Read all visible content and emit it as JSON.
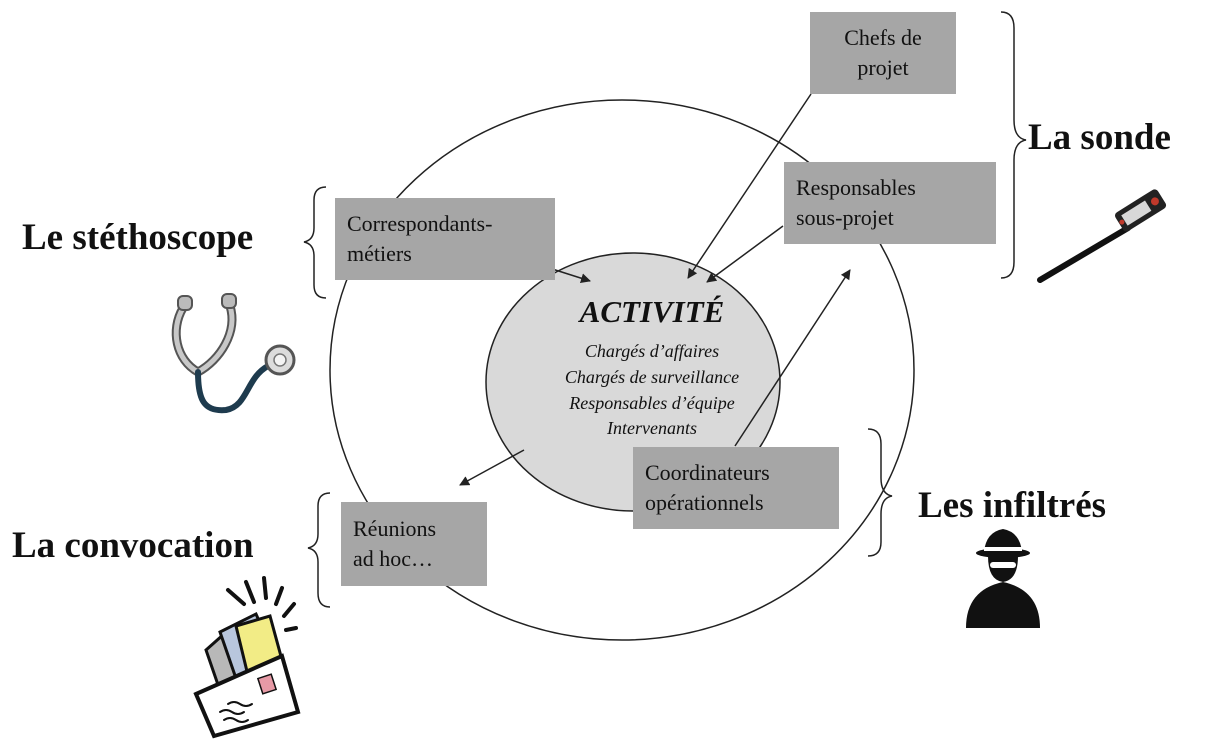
{
  "center": {
    "title": "ACTIVITÉ",
    "items": [
      "Chargés d’affaires",
      "Chargés de surveillance",
      "Responsables d’équipe",
      "Intervenants"
    ]
  },
  "boxes": {
    "chefs_projet": [
      "Chefs de",
      "projet"
    ],
    "responsables_sous_projet": [
      "Responsables",
      "sous-projet"
    ],
    "correspondants_metiers": [
      "Correspondants-",
      "métiers"
    ],
    "coordinateurs": [
      "Coordinateurs",
      "opérationnels"
    ],
    "reunions": [
      "Réunions",
      "ad hoc…"
    ]
  },
  "labels": {
    "sonde": "La sonde",
    "stethoscope": "Le stéthoscope",
    "infiltres": "Les infiltrés",
    "convocation": "La convocation"
  },
  "icons": {
    "sonde": "thermometer-probe-icon",
    "stethoscope": "stethoscope-icon",
    "infiltres": "spy-icon",
    "convocation": "envelope-letter-icon"
  },
  "colors": {
    "box_fill": "#a6a6a6",
    "core_fill": "#d9d9d9",
    "line": "#222222"
  }
}
